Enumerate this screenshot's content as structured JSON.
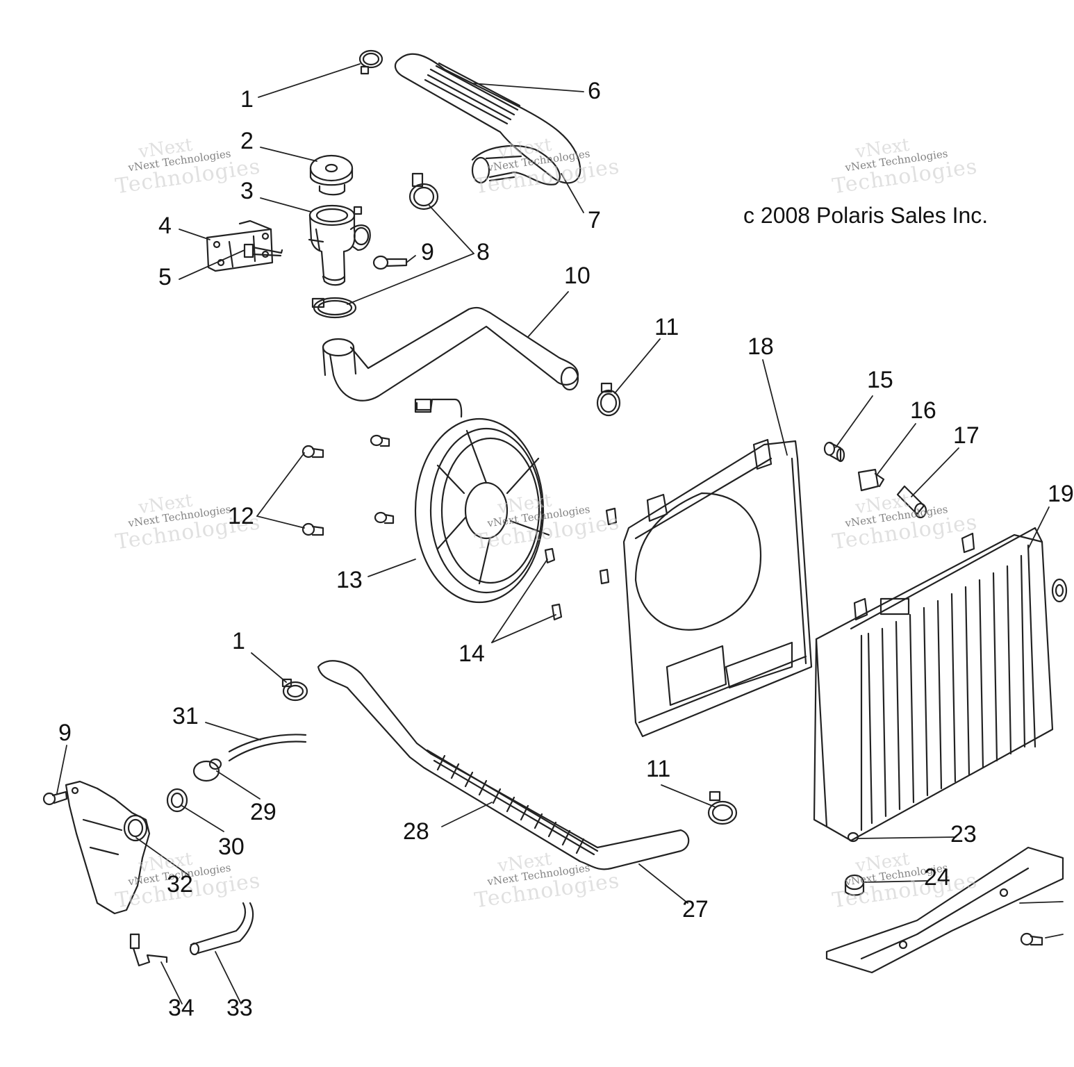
{
  "copyright": "c 2008 Polaris Sales Inc.",
  "watermark": {
    "line1": "vNext",
    "line2": "vNext Technologies",
    "line3": "Technologies"
  },
  "callouts": [
    {
      "id": "c1a",
      "label": "1"
    },
    {
      "id": "c2",
      "label": "2"
    },
    {
      "id": "c3",
      "label": "3"
    },
    {
      "id": "c4",
      "label": "4"
    },
    {
      "id": "c5",
      "label": "5"
    },
    {
      "id": "c6",
      "label": "6"
    },
    {
      "id": "c7",
      "label": "7"
    },
    {
      "id": "c8",
      "label": "8"
    },
    {
      "id": "c9a",
      "label": "9"
    },
    {
      "id": "c10",
      "label": "10"
    },
    {
      "id": "c11a",
      "label": "11"
    },
    {
      "id": "c12",
      "label": "12"
    },
    {
      "id": "c13",
      "label": "13"
    },
    {
      "id": "c14",
      "label": "14"
    },
    {
      "id": "c15",
      "label": "15"
    },
    {
      "id": "c16",
      "label": "16"
    },
    {
      "id": "c17",
      "label": "17"
    },
    {
      "id": "c18",
      "label": "18"
    },
    {
      "id": "c19",
      "label": "19"
    },
    {
      "id": "c1b",
      "label": "1"
    },
    {
      "id": "c9b",
      "label": "9"
    },
    {
      "id": "c31",
      "label": "31"
    },
    {
      "id": "c29",
      "label": "29"
    },
    {
      "id": "c30",
      "label": "30"
    },
    {
      "id": "c32",
      "label": "32"
    },
    {
      "id": "c28",
      "label": "28"
    },
    {
      "id": "c11b",
      "label": "11"
    },
    {
      "id": "c23",
      "label": "23"
    },
    {
      "id": "c24",
      "label": "24"
    },
    {
      "id": "c27",
      "label": "27"
    },
    {
      "id": "c34",
      "label": "34"
    },
    {
      "id": "c33",
      "label": "33"
    }
  ]
}
